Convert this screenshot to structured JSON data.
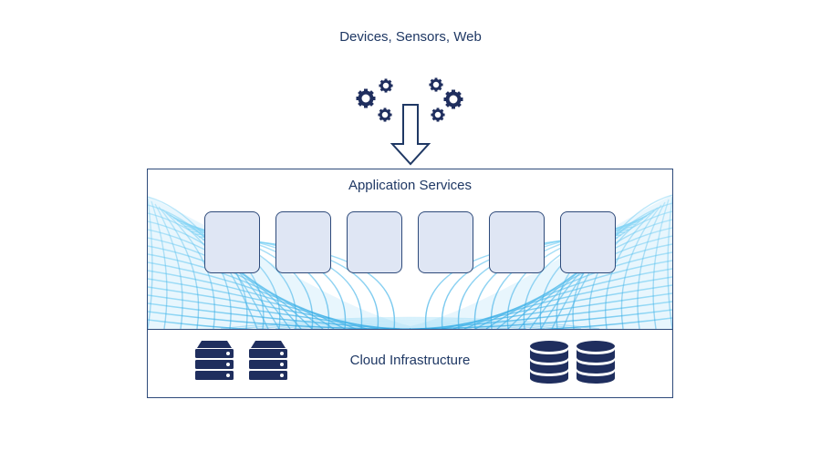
{
  "top": {
    "label": "Devices, Sensors, Web",
    "icon": "gears-icon"
  },
  "flow": {
    "icon": "down-arrow-icon"
  },
  "app_layer": {
    "label": "Application Services",
    "service_boxes": 6,
    "background": "mesh-pattern",
    "box_fill": "#dfe6f4"
  },
  "infra_layer": {
    "label": "Cloud Infrastructure",
    "left_icons": [
      "server-icon",
      "server-icon"
    ],
    "right_icons": [
      "database-icon",
      "database-icon"
    ]
  },
  "colors": {
    "text": "#1f3864",
    "stroke": "#2e4a7a",
    "icon": "#1f2e5e",
    "mesh": "#3fb6ea"
  }
}
